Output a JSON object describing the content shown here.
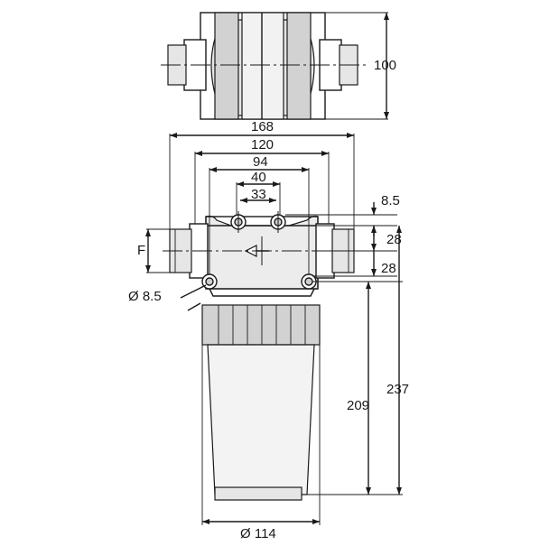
{
  "drawing": {
    "top_view": {
      "height_label": "100"
    },
    "front_view": {
      "overall_width_label": "168",
      "body_width_label": "120",
      "outer_holes_label": "94",
      "upper_holes_label": "40",
      "inner_holes_label": "33",
      "hole_size_label": "8.5",
      "upper_offset_label": "28",
      "lower_offset_label": "28",
      "thread_label": "F",
      "side_hole_label": "Ø 8.5",
      "bowl_height_label": "209",
      "total_height_label": "237",
      "bowl_diameter_label": "Ø 114"
    }
  }
}
